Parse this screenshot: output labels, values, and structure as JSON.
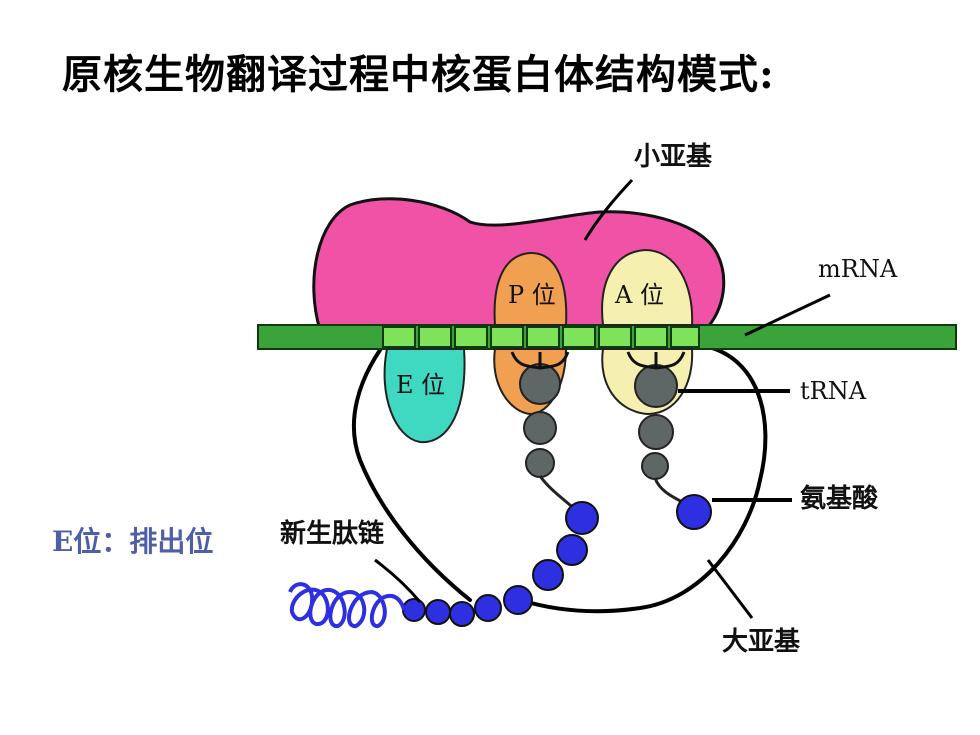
{
  "title": "原核生物翻译过程中核蛋白体结构模式:",
  "side_note": "E位：排出位",
  "labels": {
    "small_subunit": "小亚基",
    "mrna": "mRNA",
    "trna": "tRNA",
    "amino_acid": "氨基酸",
    "nascent_peptide": "新生肽链",
    "large_subunit": "大亚基",
    "p_site": "P 位",
    "a_site": "A 位",
    "e_site": "E 位"
  },
  "colors": {
    "small_subunit": "#f052a6",
    "mrna": "#3aa33a",
    "codon": "#7ee35a",
    "p_site": "#f0a050",
    "a_site": "#f6f0b0",
    "e_site": "#3fd8c0",
    "trna": "#5f6666",
    "amino_acid": "#2e2fe0",
    "side_note": "#4f5ea8"
  }
}
